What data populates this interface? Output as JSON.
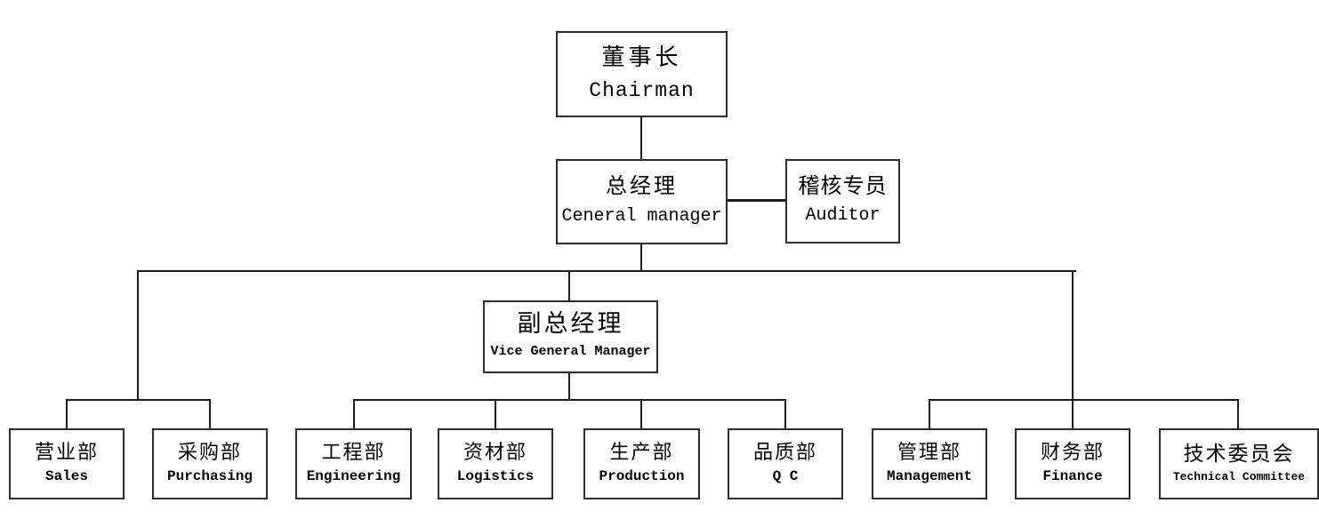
{
  "page": {
    "title": "Organization Chart",
    "colors": {
      "background": "#ffffff",
      "line": "#1c1c1c",
      "box_border": "#2d2d2d",
      "text": "#000000"
    }
  },
  "org_chart": {
    "nodes": {
      "chairman": {
        "zh": "董事长",
        "en": "Chairman"
      },
      "general_manager": {
        "zh": "总经理",
        "en": "Ceneral manager"
      },
      "auditor": {
        "zh": "稽核专员",
        "en": "Auditor"
      },
      "vice_general_manager": {
        "zh": "副总经理",
        "en": "Vice General Manager"
      },
      "sales": {
        "zh": "营业部",
        "en": "Sales"
      },
      "purchasing": {
        "zh": "采购部",
        "en": "Purchasing"
      },
      "engineering": {
        "zh": "工程部",
        "en": "Engineering"
      },
      "logistics": {
        "zh": "资材部",
        "en": "Logistics"
      },
      "production": {
        "zh": "生产部",
        "en": "Production"
      },
      "qc": {
        "zh": "品质部",
        "en": "Q C"
      },
      "management": {
        "zh": "管理部",
        "en": "Management"
      },
      "finance": {
        "zh": "财务部",
        "en": "Finance"
      },
      "technical_committee": {
        "zh": "技术委员会",
        "en": "Technical Committee"
      }
    },
    "structure": {
      "chairman_children": [
        "general_manager"
      ],
      "general_manager_staff": [
        "auditor"
      ],
      "general_manager_children": [
        "sales",
        "purchasing",
        "vice_general_manager",
        "management",
        "finance",
        "technical_committee"
      ],
      "vice_general_manager_children": [
        "engineering",
        "logistics",
        "production",
        "qc"
      ]
    }
  }
}
